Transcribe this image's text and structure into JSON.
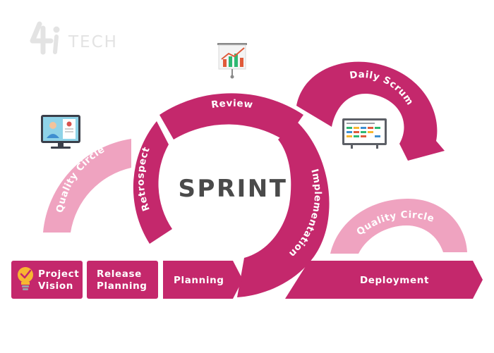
{
  "logo": {
    "mark": "4i",
    "text": "TECH"
  },
  "center_title": "SPRINT",
  "arcs": {
    "review": "Review",
    "retrospect": "Retrospect",
    "implementation": "Implementation",
    "daily_scrum": "Daily Scrum",
    "quality_circle_left": "Quality Circle",
    "quality_circle_right": "Quality Circle"
  },
  "steps": {
    "project_vision_line1": "Project",
    "project_vision_line2": "Vision",
    "release_planning_line1": "Release",
    "release_planning_line2": "Planning",
    "planning": "Planning",
    "deployment": "Deployment"
  },
  "icons": {
    "vision": "lightbulb-check-icon",
    "review": "presentation-chart-icon",
    "quality": "video-call-monitor-icon",
    "daily_scrum": "task-board-icon"
  },
  "colors": {
    "primary": "#c4286c",
    "light": "#efa3c0",
    "text_center": "#4a4a4a",
    "logo": "#e3e3e3"
  }
}
